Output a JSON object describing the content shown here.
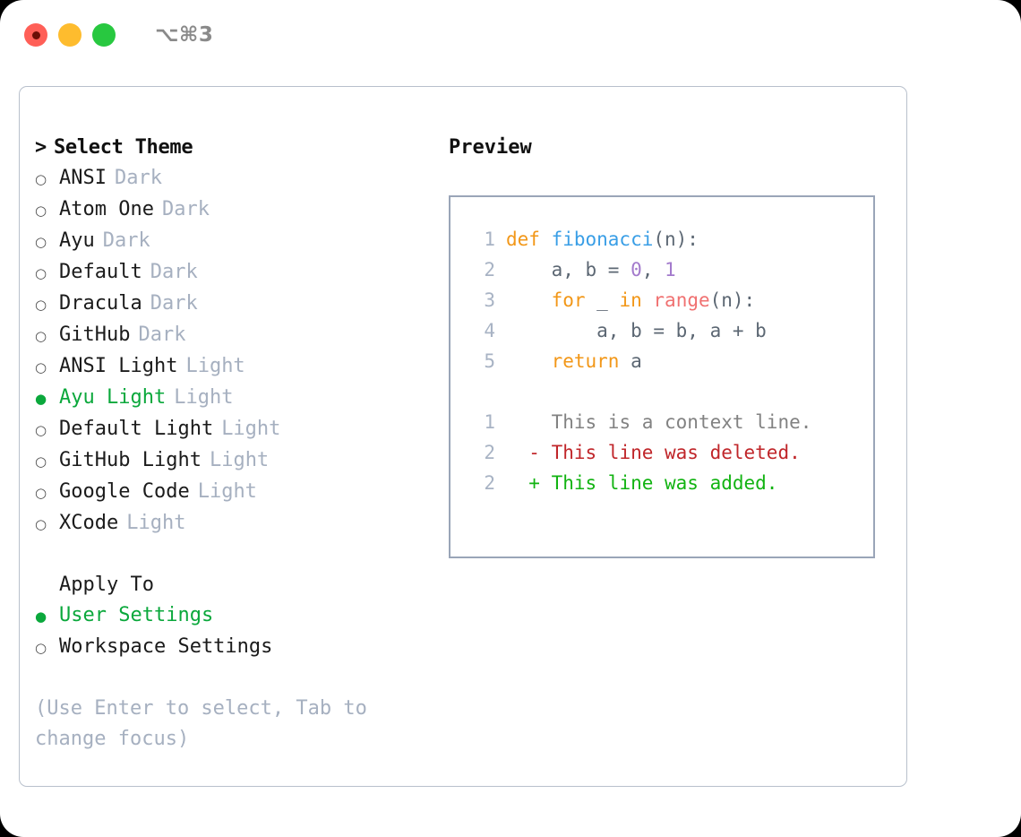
{
  "window": {
    "shortcut": "⌥⌘3",
    "traffic_lights": [
      {
        "name": "close-button",
        "color": "#ff5f57"
      },
      {
        "name": "minimize-button",
        "color": "#febc2e"
      },
      {
        "name": "maximize-button",
        "color": "#28c840"
      }
    ]
  },
  "theme_section": {
    "caret": ">",
    "title": "Select Theme",
    "items": [
      {
        "marker": "○",
        "label": "ANSI",
        "tag": "Dark",
        "selected": false
      },
      {
        "marker": "○",
        "label": "Atom One",
        "tag": "Dark",
        "selected": false
      },
      {
        "marker": "○",
        "label": "Ayu",
        "tag": "Dark",
        "selected": false
      },
      {
        "marker": "○",
        "label": "Default",
        "tag": "Dark",
        "selected": false
      },
      {
        "marker": "○",
        "label": "Dracula",
        "tag": "Dark",
        "selected": false
      },
      {
        "marker": "○",
        "label": "GitHub",
        "tag": "Dark",
        "selected": false
      },
      {
        "marker": "○",
        "label": "ANSI Light",
        "tag": "Light",
        "selected": false
      },
      {
        "marker": "●",
        "label": "Ayu Light",
        "tag": "Light",
        "selected": true
      },
      {
        "marker": "○",
        "label": "Default Light",
        "tag": "Light",
        "selected": false
      },
      {
        "marker": "○",
        "label": "GitHub Light",
        "tag": "Light",
        "selected": false
      },
      {
        "marker": "○",
        "label": "Google Code",
        "tag": "Light",
        "selected": false
      },
      {
        "marker": "○",
        "label": "XCode",
        "tag": "Light",
        "selected": false
      }
    ]
  },
  "apply_section": {
    "title": "Apply To",
    "items": [
      {
        "marker": "●",
        "label": "User Settings",
        "selected": true
      },
      {
        "marker": "○",
        "label": "Workspace Settings",
        "selected": false
      }
    ]
  },
  "hint": "(Use Enter to select, Tab to change focus)",
  "preview": {
    "title": "Preview",
    "code_lines": [
      {
        "num": "1",
        "tokens": [
          {
            "t": "def ",
            "c": "kw"
          },
          {
            "t": "fibonacci",
            "c": "fn"
          },
          {
            "t": "(n):",
            "c": "pl"
          }
        ]
      },
      {
        "num": "2",
        "tokens": [
          {
            "t": "    a, b = ",
            "c": "pl"
          },
          {
            "t": "0",
            "c": "num"
          },
          {
            "t": ", ",
            "c": "pl"
          },
          {
            "t": "1",
            "c": "num"
          }
        ]
      },
      {
        "num": "3",
        "tokens": [
          {
            "t": "    ",
            "c": "pl"
          },
          {
            "t": "for",
            "c": "kw"
          },
          {
            "t": " _ ",
            "c": "pl"
          },
          {
            "t": "in",
            "c": "kw"
          },
          {
            "t": " ",
            "c": "pl"
          },
          {
            "t": "range",
            "c": "bi"
          },
          {
            "t": "(n):",
            "c": "pl"
          }
        ]
      },
      {
        "num": "4",
        "tokens": [
          {
            "t": "        a, b = b, a + b",
            "c": "pl"
          }
        ]
      },
      {
        "num": "5",
        "tokens": [
          {
            "t": "    ",
            "c": "pl"
          },
          {
            "t": "return",
            "c": "kw"
          },
          {
            "t": " a",
            "c": "pl"
          }
        ]
      }
    ],
    "diff_lines": [
      {
        "num": "1",
        "marker": " ",
        "text": " This is a context line.",
        "kind": "ctx"
      },
      {
        "num": "2",
        "marker": "-",
        "text": " This line was deleted.",
        "kind": "del"
      },
      {
        "num": "2",
        "marker": "+",
        "text": " This line was added.",
        "kind": "add"
      }
    ]
  },
  "colors": {
    "accent_green": "#0ba83c",
    "muted": "#a6b0c0",
    "keyword": "#f29718",
    "function": "#399ee6",
    "number": "#a37acc",
    "builtin": "#f07171",
    "plain": "#5c6773",
    "diff_deleted": "#c0262a",
    "diff_added": "#12b312",
    "border": "#9aa5b8"
  }
}
